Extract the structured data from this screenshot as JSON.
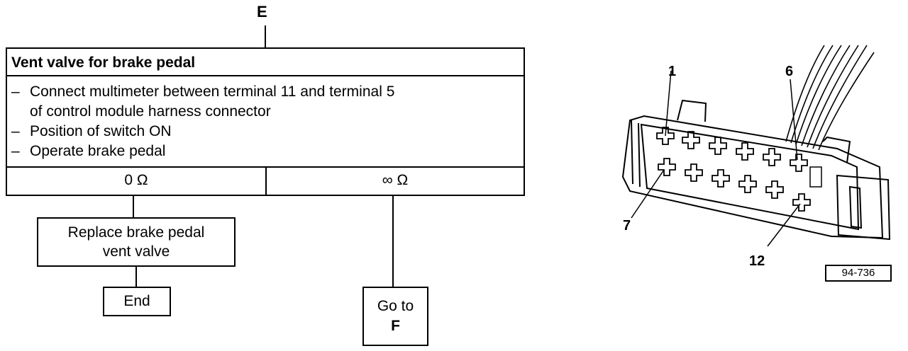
{
  "flowchart": {
    "entry_label": "E",
    "test_title": "Vent valve for brake pedal",
    "steps": [
      {
        "dash": "–",
        "lines": [
          "Connect multimeter between terminal 11 and terminal 5",
          "of control module harness connector"
        ]
      },
      {
        "dash": "–",
        "lines": [
          "Position of switch ON"
        ]
      },
      {
        "dash": "–",
        "lines": [
          "Operate brake pedal"
        ]
      }
    ],
    "results": {
      "left": "0 Ω",
      "right": "∞ Ω"
    },
    "left_action": {
      "line1": "Replace brake pedal",
      "line2": "vent valve"
    },
    "end_label": "End",
    "right_action": {
      "line1": "Go to",
      "line2": "F"
    }
  },
  "connector_figure": {
    "pin_labels": {
      "top_left": "1",
      "top_right": "6",
      "bottom_left": "7",
      "bottom_right": "12"
    },
    "figure_code": "94-736"
  }
}
